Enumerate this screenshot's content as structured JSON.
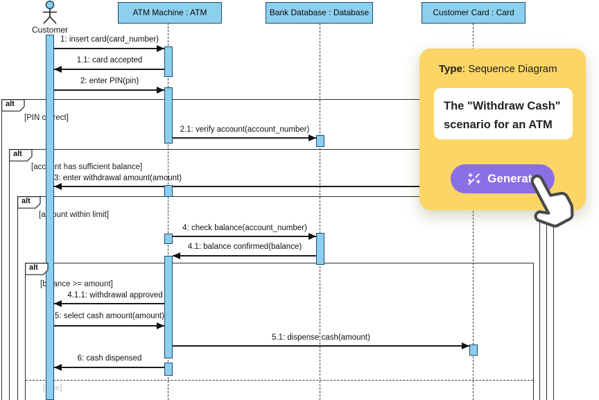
{
  "diagram": {
    "actor": {
      "label": "Customer"
    },
    "lifelines": [
      {
        "label": "ATM Machine : ATM"
      },
      {
        "label": "Bank Database : Database"
      },
      {
        "label": "Customer Card : Card"
      }
    ],
    "fragments": [
      {
        "operator": "alt",
        "guard": "[PIN correct]"
      },
      {
        "operator": "alt",
        "guard": "[account has sufficient balance]"
      },
      {
        "operator": "alt",
        "guard": "[amount within limit]"
      },
      {
        "operator": "alt",
        "guard": "[balance >= amount]",
        "else_guard": "[else]"
      }
    ],
    "messages": [
      {
        "label": "1: insert card(card_number)"
      },
      {
        "label": "1.1: card accepted"
      },
      {
        "label": "2: enter PIN(pin)"
      },
      {
        "label": "2.1: verify account(account_number)"
      },
      {
        "label": "3: enter withdrawal amount(amount)"
      },
      {
        "label": "4: check balance(account_number)"
      },
      {
        "label": "4.1: balance confirmed(balance)"
      },
      {
        "label": "4.1.1: withdrawal approved"
      },
      {
        "label": "5: select cash amount(amount)"
      },
      {
        "label": "5.1: dispense cash(amount)"
      },
      {
        "label": "6: cash dispensed"
      }
    ],
    "colors": {
      "shape_fill": "#8DCFEE",
      "shape_border": "#1A4A66",
      "line": "#1A1A1A",
      "else_text": "#BCBCBC"
    }
  },
  "overlay": {
    "type_label": "Type",
    "type_value": ": Sequence Diagram",
    "description": [
      "The \"Withdraw Cash\"",
      "scenario for an ATM"
    ],
    "generate_button": "Generate",
    "colors": {
      "card_bg": "#FBD566",
      "button_bg": "#8A70E5",
      "button_text": "#FFFFFF"
    }
  }
}
